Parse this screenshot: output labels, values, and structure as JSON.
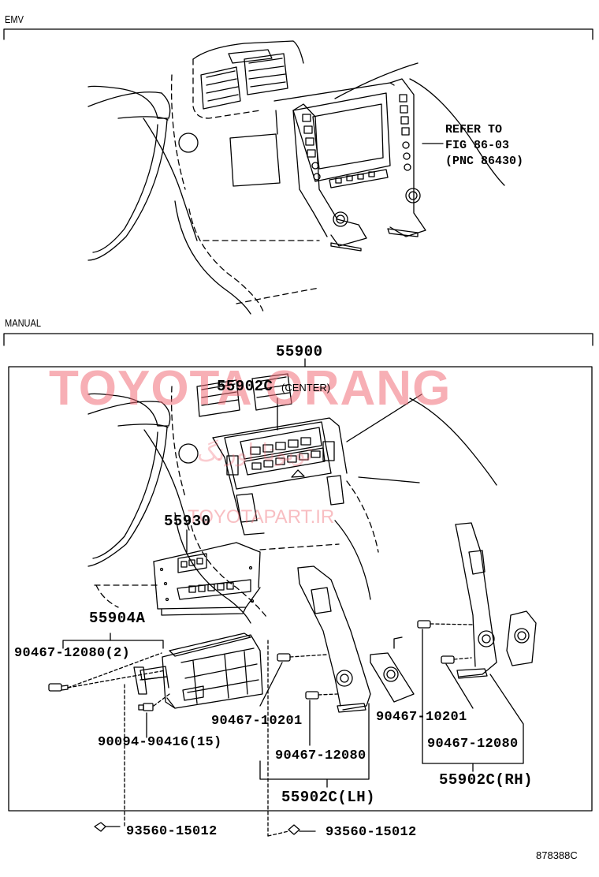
{
  "sections": {
    "emv": "EMV",
    "manual": "MANUAL"
  },
  "refer_note": {
    "line1": "REFER TO",
    "line2": "FIG 86-03",
    "line3": "(PNC 86430)"
  },
  "parts": {
    "assembly": "55900",
    "center_panel": "55902C",
    "center_suffix": "(CENTER)",
    "lh_panel": "55902C(LH)",
    "rh_panel": "55902C(RH)",
    "control_unit": "55930",
    "bracket": "55904A",
    "screw_a": "90467-12080(2)",
    "clip_lh_1": "90467-10201",
    "clip_lh_2": "90467-12080",
    "clip_rh_1": "90467-10201",
    "clip_rh_2": "90467-12080",
    "bolt_count": "90094-90416(15)",
    "nut_left": "93560-15012",
    "nut_right": "93560-15012"
  },
  "watermark": {
    "brand": "TOYOTA ORANG",
    "persian": "تویوتا اورنگ",
    "site": "TOYOTAPART.IR"
  },
  "figure_code": "878388C"
}
